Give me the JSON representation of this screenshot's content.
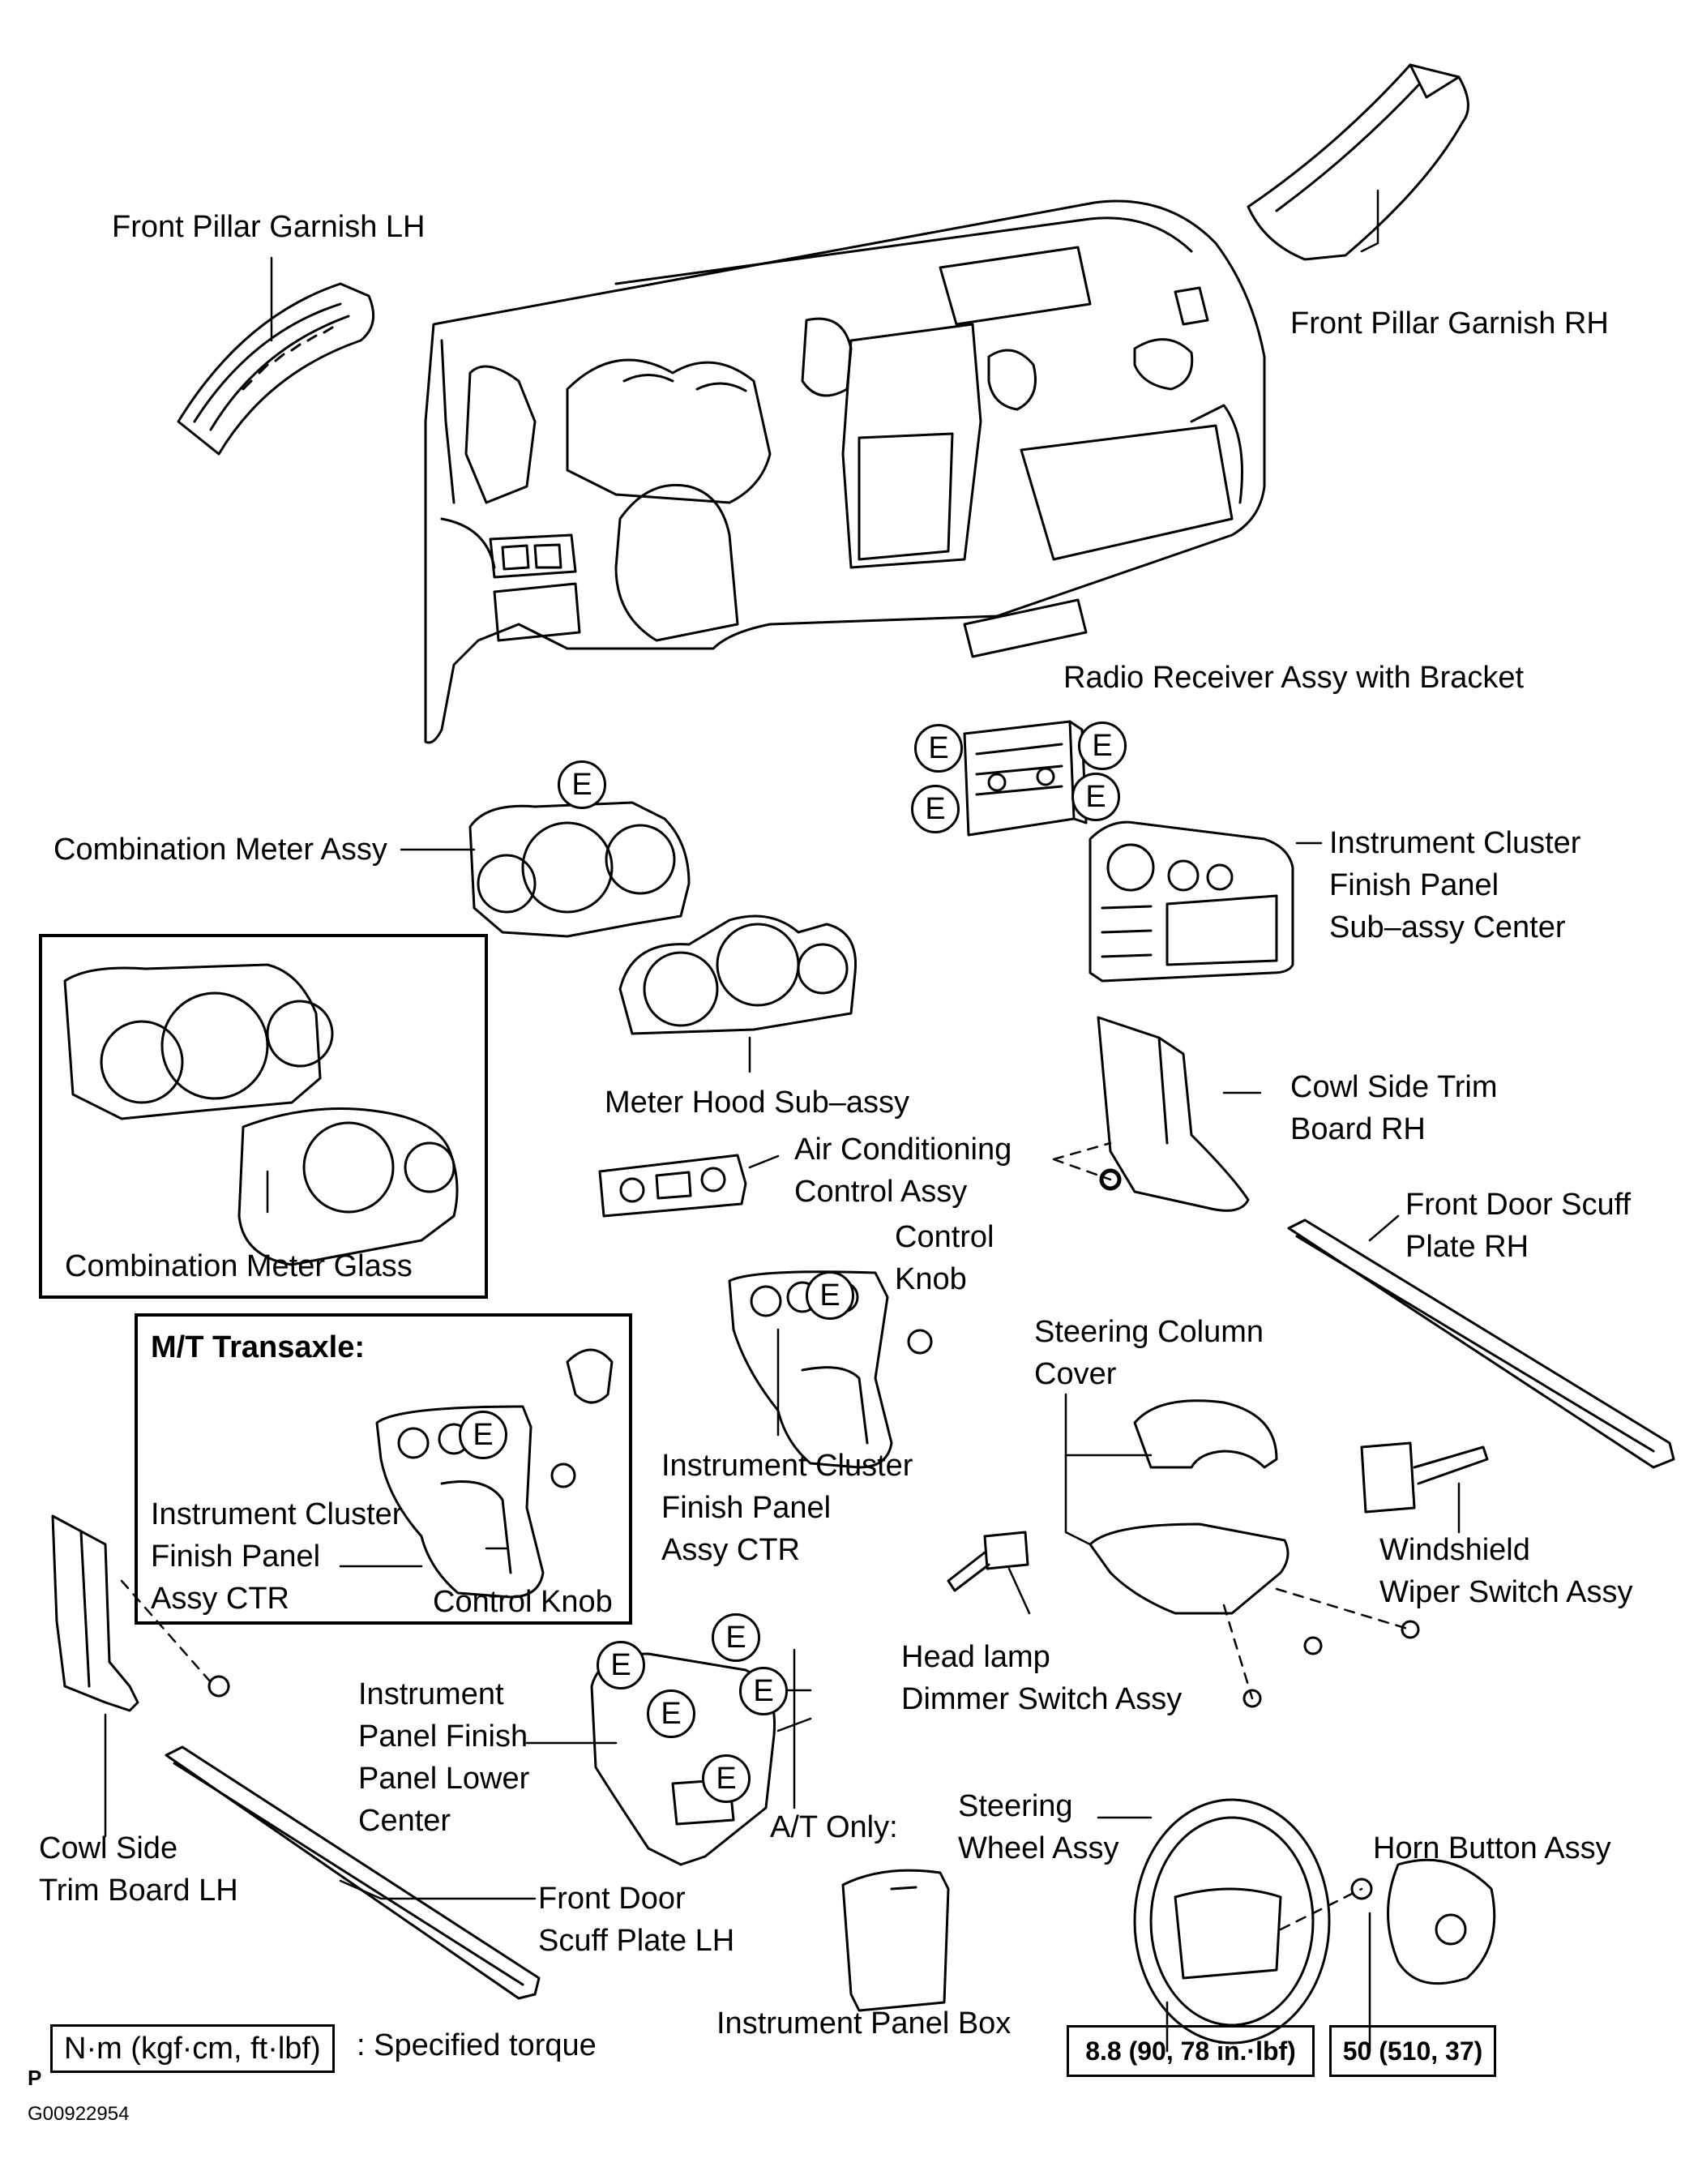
{
  "labels": {
    "front_pillar_garnish_lh": [
      "Front Pillar Garnish LH"
    ],
    "front_pillar_garnish_rh": [
      "Front Pillar Garnish RH"
    ],
    "radio_receiver": [
      "Radio Receiver Assy with Bracket"
    ],
    "combination_meter": [
      "Combination Meter Assy"
    ],
    "cluster_finish_center": [
      "Instrument Cluster",
      "Finish Panel",
      "Sub–assy Center"
    ],
    "combination_meter_glass": [
      "Combination Meter Glass"
    ],
    "meter_hood": [
      "Meter Hood Sub–assy"
    ],
    "cowl_side_rh": [
      "Cowl Side Trim",
      "Board RH"
    ],
    "air_conditioning": [
      "Air Conditioning",
      "Control Assy"
    ],
    "control_knob_upper": [
      "Control",
      "Knob"
    ],
    "front_door_scuff_rh": [
      "Front Door Scuff",
      "Plate RH"
    ],
    "mt_title": [
      "M/T Transaxle:"
    ],
    "steering_column_cover": [
      "Steering Column",
      "Cover"
    ],
    "cluster_ctr_mid": [
      "Instrument Cluster",
      "Finish Panel",
      "Assy CTR"
    ],
    "cluster_ctr_mt": [
      "Instrument Cluster",
      "Finish Panel",
      "Assy CTR"
    ],
    "control_knob_mt": [
      "Control Knob"
    ],
    "windshield_wiper": [
      "Windshield",
      "Wiper Switch Assy"
    ],
    "head_lamp": [
      "Head lamp",
      "Dimmer Switch Assy"
    ],
    "panel_lower_center": [
      "Instrument",
      "Panel Finish",
      "Panel Lower",
      "Center"
    ],
    "at_only": [
      "A/T Only:"
    ],
    "steering_wheel": [
      "Steering",
      "Wheel Assy"
    ],
    "horn_button": [
      "Horn Button Assy"
    ],
    "cowl_side_lh": [
      "Cowl Side",
      "Trim Board LH"
    ],
    "front_door_scuff_lh": [
      "Front Door",
      "Scuff Plate LH"
    ],
    "instrument_panel_box": [
      "Instrument Panel Box"
    ]
  },
  "clip_marker": "E",
  "torque": {
    "steering_wheel": "8.8 (90, 78 in.·lbf)",
    "horn_button": "50 (510, 37)"
  },
  "legend": {
    "unit_box": "N·m (kgf·cm, ft·lbf)",
    "text": ": Specified torque"
  },
  "page_mark": "P",
  "figure_code": "G00922954"
}
